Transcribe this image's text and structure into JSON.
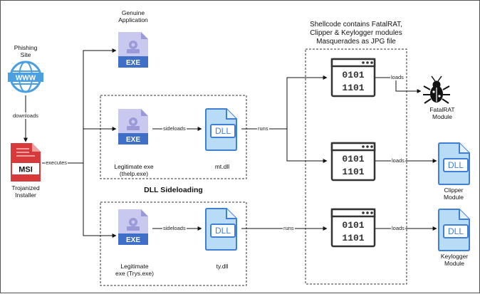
{
  "nodes": {
    "phishing_site": "Phishing\nSite",
    "www_text": "WWW",
    "trojanized_installer": "Trojanized\nInstaller",
    "msi_text": "MSI",
    "genuine_app": "Genuine\nApplication",
    "exe_text": "EXE",
    "legit_thelp": "Legitimate exe\n(thelp.exe)",
    "mt_dll": "mt.dll",
    "legit_trys": "Legitimate\nexe (Trys.exe)",
    "ty_dll": "ty.dll",
    "dll_text": "DLL",
    "binary_text_1": "0101",
    "binary_text_2": "1101",
    "fatalrat": "FatalRAT\nModule",
    "clipper": "Clipper\nModule",
    "keylogger": "Keylogger\nModule"
  },
  "groups": {
    "dll_sideloading": "DLL Sideloading",
    "shellcode": "Shellcode contains FatalRAT,\nClipper & Keylogger modules\nMasquerades as JPG file"
  },
  "edges": {
    "downloads": "downloads",
    "executes": "executes",
    "sideloads_1": "sideloads",
    "sideloads_2": "sideloads",
    "runs_1": "runs",
    "runs_2": "runs",
    "loads_1": "loads",
    "loads_2": "loads",
    "loads_3": "loads"
  },
  "colors": {
    "exe_blue": "#3f6fc7",
    "dll_blue": "#3f7fd6",
    "dll_light": "#b9dcf6",
    "www_blue": "#4a9fe0",
    "msi_red": "#d63a3a",
    "window_grey": "#333333"
  }
}
